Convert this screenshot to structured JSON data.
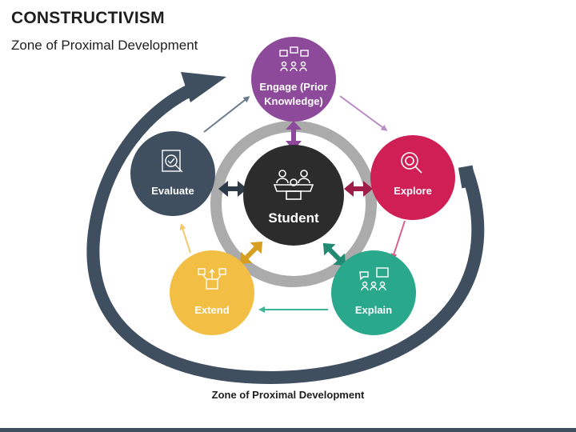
{
  "header": {
    "title": "CONSTRUCTIVISM",
    "subtitle": "Zone of Proximal Development"
  },
  "center": {
    "label": "Student",
    "icon": "classroom-icon"
  },
  "nodes": {
    "engage": {
      "line1": "Engage (Prior",
      "line2": "Knowledge)",
      "color": "#8e4a9a",
      "icon": "feedback-icon"
    },
    "explore": {
      "label": "Explore",
      "color": "#cf1f55",
      "icon": "magnifier-icon"
    },
    "explain": {
      "label": "Explain",
      "color": "#2aa88b",
      "icon": "presentation-icon"
    },
    "extend": {
      "label": "Extend",
      "color": "#f2bf44",
      "icon": "boxes-icon"
    },
    "evaluate": {
      "label": "Evaluate",
      "color": "#3f4f60",
      "icon": "evaluation-icon"
    }
  },
  "caption": "Zone of Proximal Development",
  "colors": {
    "ring": "#ababab",
    "swirl": "#3f4f60",
    "center": "#2c2c2c"
  }
}
